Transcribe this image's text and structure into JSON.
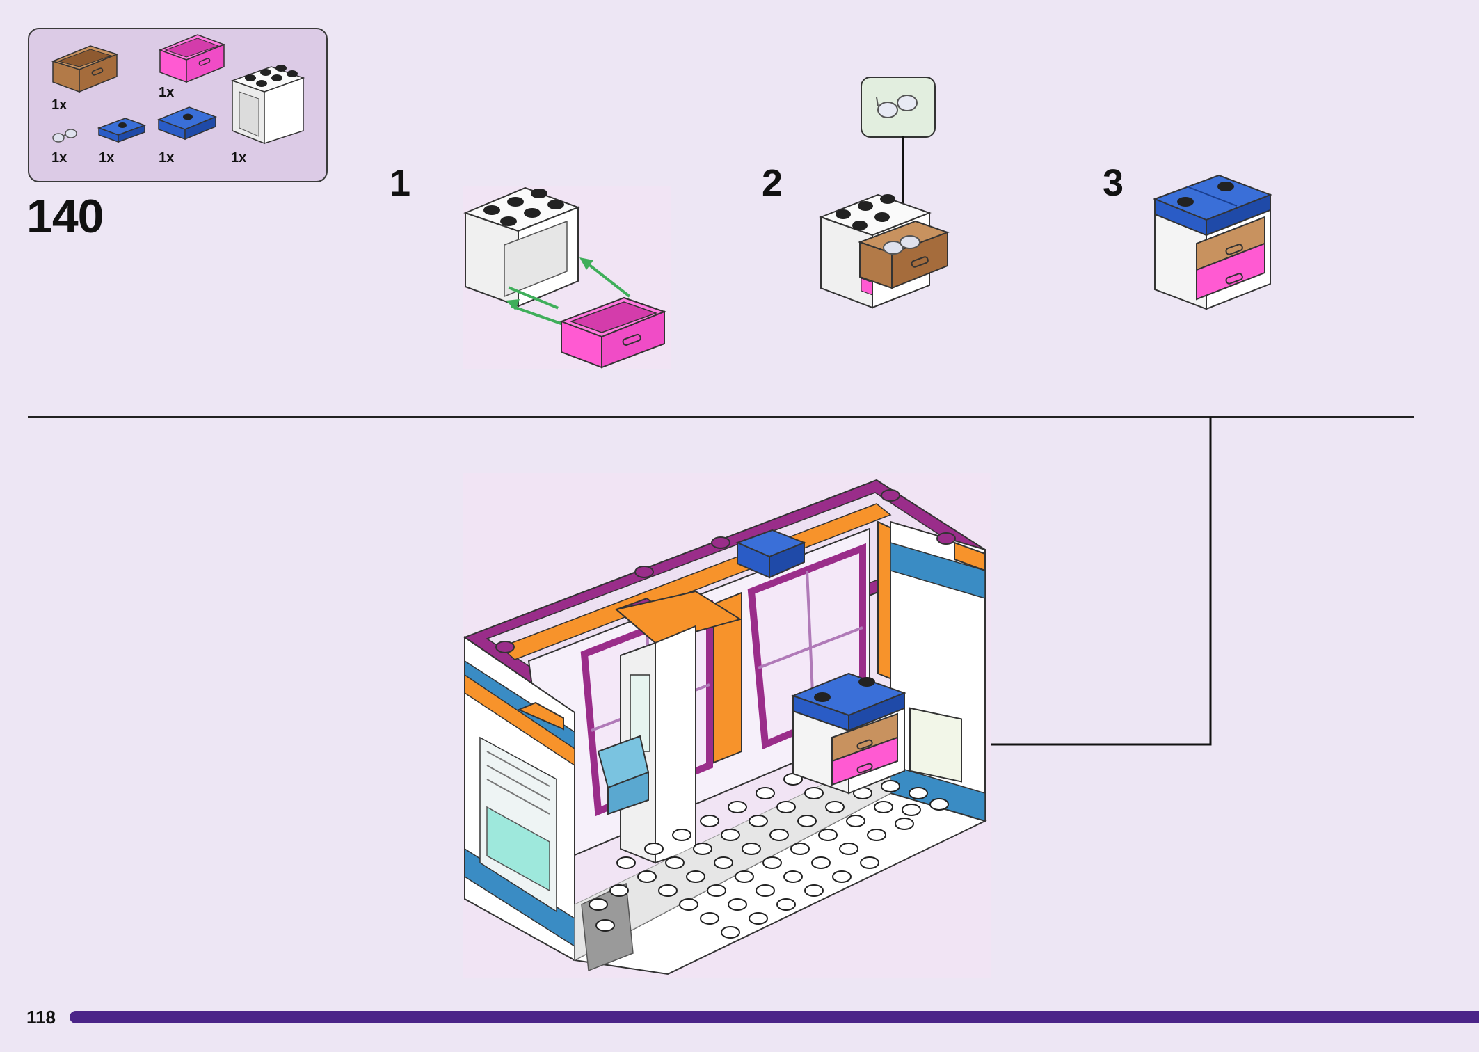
{
  "page": {
    "number": "118",
    "step": "140"
  },
  "parts": [
    {
      "name": "brown drawer",
      "qty": "1x"
    },
    {
      "name": "pink drawer",
      "qty": "1x"
    },
    {
      "name": "white cabinet",
      "qty": "1x"
    },
    {
      "name": "glasses",
      "qty": "1x"
    },
    {
      "name": "blue tile 1x2",
      "qty": "1x"
    },
    {
      "name": "blue plate 2x2",
      "qty": "1x"
    }
  ],
  "substeps": [
    {
      "label": "1"
    },
    {
      "label": "2"
    },
    {
      "label": "3"
    }
  ],
  "colors": {
    "background": "#ede6f4",
    "parts_box": "#dccbe6",
    "pink": "#ff5ad2",
    "brown": "#b87f52",
    "blue": "#2a5cc6",
    "magenta_wall": "#9a2d8a",
    "orange": "#f7932b",
    "teal": "#3a8cc4",
    "progress": "#4b2488",
    "arrow_green": "#3fae5a"
  },
  "icons": [
    "drawer-icon",
    "cabinet-icon",
    "glasses-icon",
    "tile-icon",
    "arrow-icon"
  ]
}
